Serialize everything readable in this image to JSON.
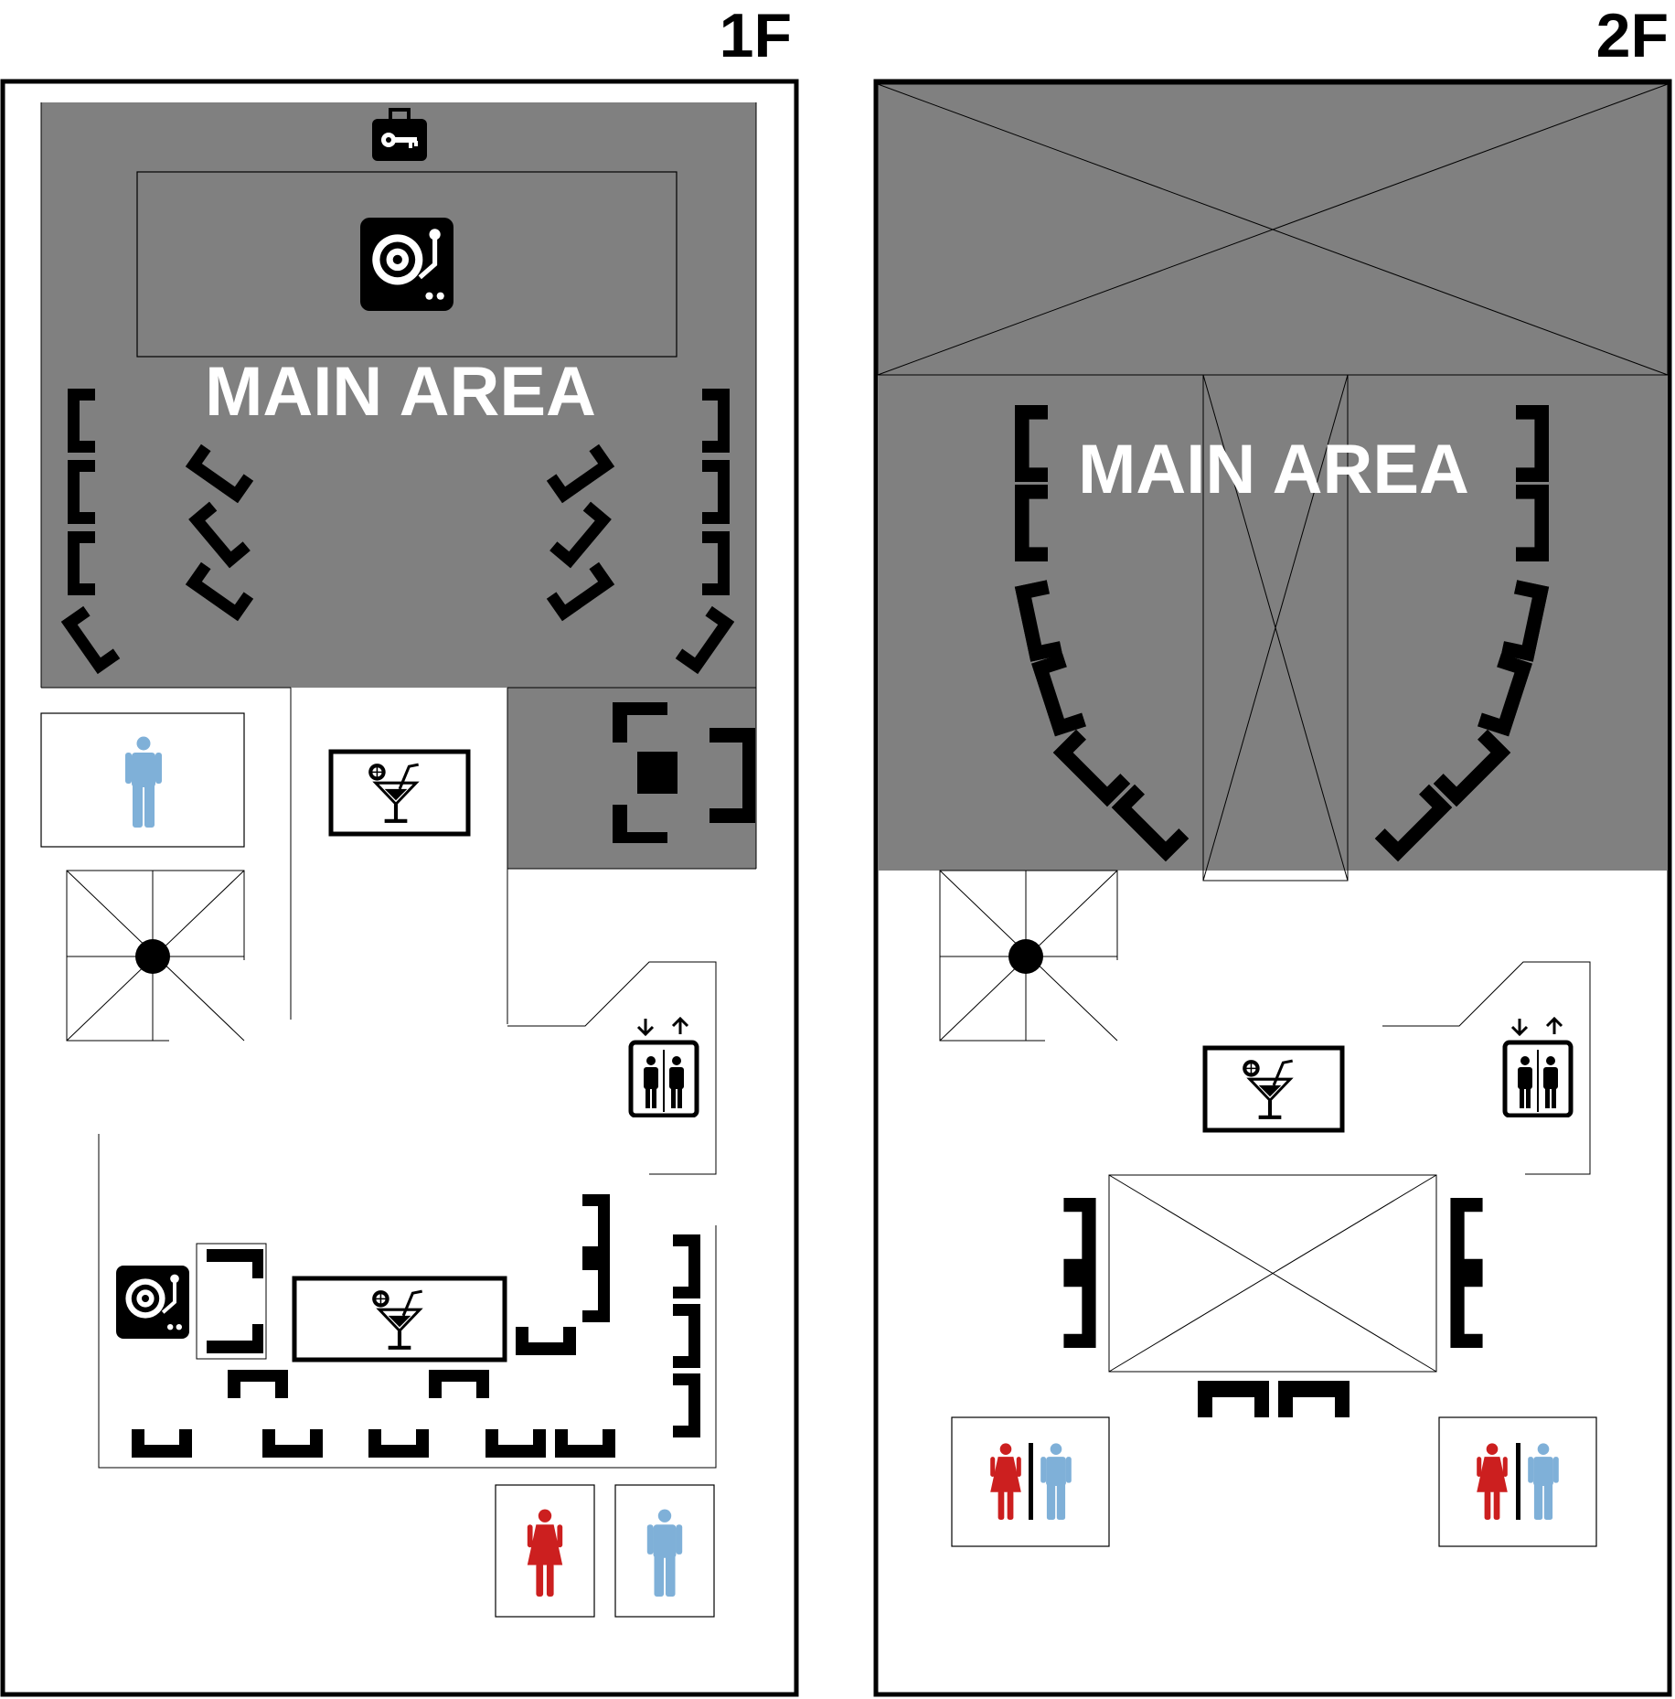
{
  "floors": [
    {
      "label": "1F",
      "main_area_label": "MAIN AREA"
    },
    {
      "label": "2F",
      "main_area_label": "MAIN AREA"
    }
  ],
  "colors": {
    "area_fill": "#808080",
    "furniture": "#000000",
    "female": "#cc1f1f",
    "male": "#7fb0d8",
    "background": "#ffffff"
  },
  "icons": [
    "key-lock-icon",
    "turntable-icon",
    "cocktail-icon",
    "elevator-icon",
    "male-restroom-icon",
    "female-restroom-icon",
    "unisex-restroom-icon",
    "spiral-stair-icon"
  ]
}
